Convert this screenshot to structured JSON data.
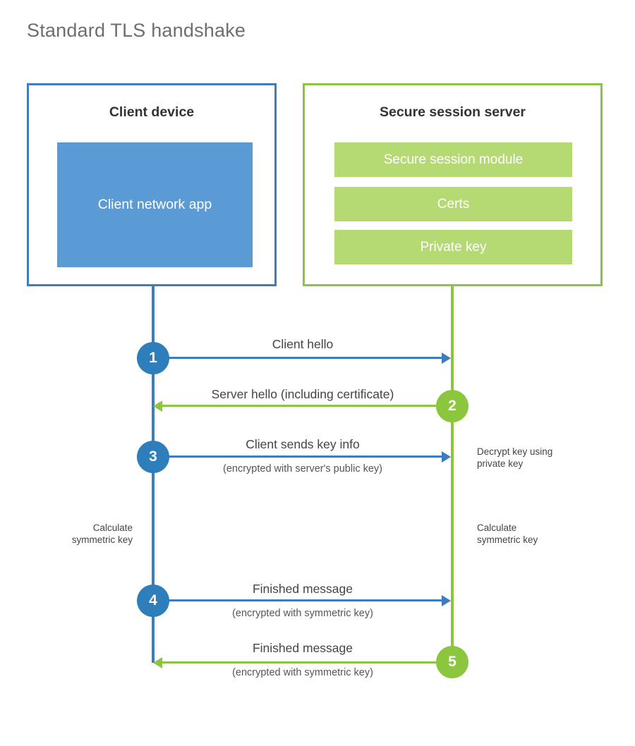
{
  "title": "Standard TLS handshake",
  "colors": {
    "client_border": "#3D7CC0",
    "client_fill": "#5B9BD5",
    "client_circle": "#2E7EBB",
    "server_border": "#8CC63E",
    "server_fill": "#B5DA74",
    "server_circle": "#8CC63E",
    "title_text": "#6E6E6E",
    "body_text": "#444444",
    "background": "#FFFFFF"
  },
  "client": {
    "title": "Client device",
    "app_label": "Client network app"
  },
  "server": {
    "title": "Secure session server",
    "components": [
      {
        "label": "Secure session module"
      },
      {
        "label": "Certs"
      },
      {
        "label": "Private key"
      }
    ]
  },
  "steps": [
    {
      "number": "1",
      "main": "Client hello",
      "sub": "",
      "direction": "client-to-server",
      "color": "blue"
    },
    {
      "number": "2",
      "main": "Server hello (including certificate)",
      "sub": "",
      "direction": "server-to-client",
      "color": "green"
    },
    {
      "number": "3",
      "main": "Client sends key info",
      "sub": "(encrypted with server's public key)",
      "direction": "client-to-server",
      "color": "blue"
    },
    {
      "number": "4",
      "main": "Finished message",
      "sub": "(encrypted with symmetric key)",
      "direction": "client-to-server",
      "color": "blue"
    },
    {
      "number": "5",
      "main": "Finished message",
      "sub": "(encrypted with symmetric key)",
      "direction": "server-to-client",
      "color": "green"
    }
  ],
  "annotations": {
    "decrypt_note": "Decrypt key using\nprivate key",
    "client_calc_note": "Calculate\nsymmetric key",
    "server_calc_note": "Calculate\nsymmetric key"
  }
}
